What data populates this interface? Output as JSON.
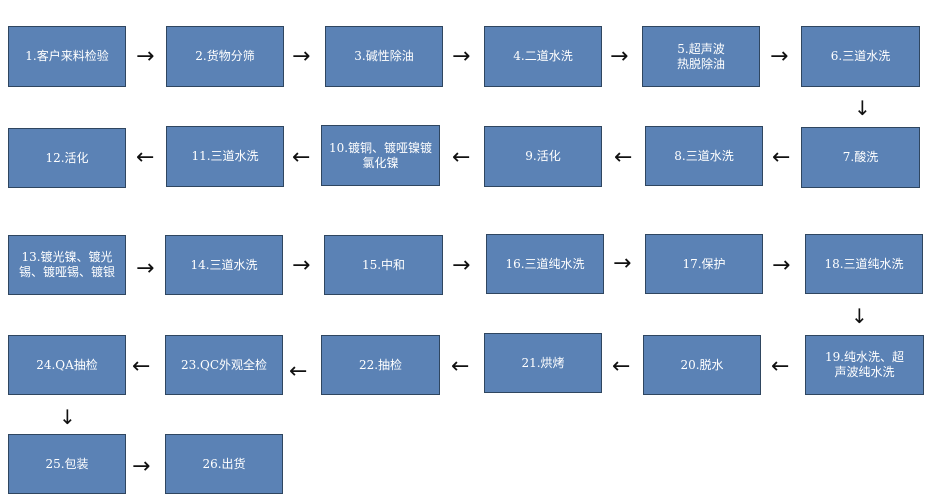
{
  "steps": [
    "1.客户来料检验",
    "2.货物分筛",
    "3.碱性除油",
    "4.二道水洗",
    "5.超声波热脱除油",
    "6.三道水洗",
    "7.酸洗",
    "8.三道水洗",
    "9.活化",
    "10.镀铜、镀哑镍镀氯化镍",
    "11.三道水洗",
    "12.活化",
    "13.镀光镍、镀光锡、镀哑锡、镀银",
    "14.三道水洗",
    "15.中和",
    "16.三道纯水洗",
    "17.保护",
    "18.三道纯水洗",
    "19.纯水洗、超声波纯水洗",
    "20.脱水",
    "21.烘烤",
    "22.抽检",
    "23.QC外观全检",
    "24.QA抽检",
    "25.包装",
    "26.出货"
  ],
  "arrows": {
    "right": "→",
    "left": "←",
    "down": "↓"
  }
}
